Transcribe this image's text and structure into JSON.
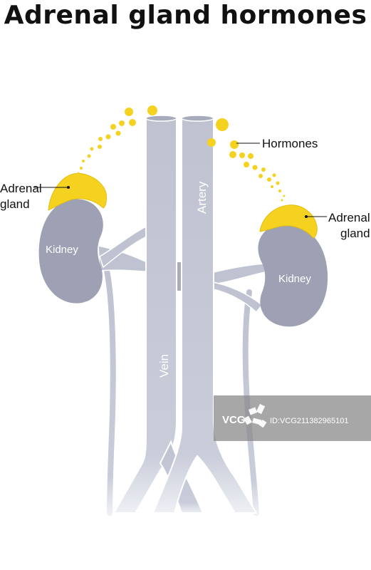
{
  "title": "Adrenal gland hormones",
  "labels": {
    "hormones": "Hormones",
    "adrenal_left_1": "Adrenal",
    "adrenal_left_2": "gland",
    "adrenal_right_1": "Adrenal",
    "adrenal_right_2": "gland",
    "kidney_left": "Kidney",
    "kidney_right": "Kidney",
    "artery": "Artery",
    "vein": "Vein"
  },
  "watermark": {
    "brand": "VCG",
    "id": "ID:VCG211382965101"
  },
  "colors": {
    "vessel": "#bfc2d1",
    "vessel_shade": "#a7abbc",
    "kidney": "#9da1b3",
    "gland": "#f5d21f",
    "hormone": "#f5d21f",
    "watermark_bg": "#8a8a8a"
  }
}
